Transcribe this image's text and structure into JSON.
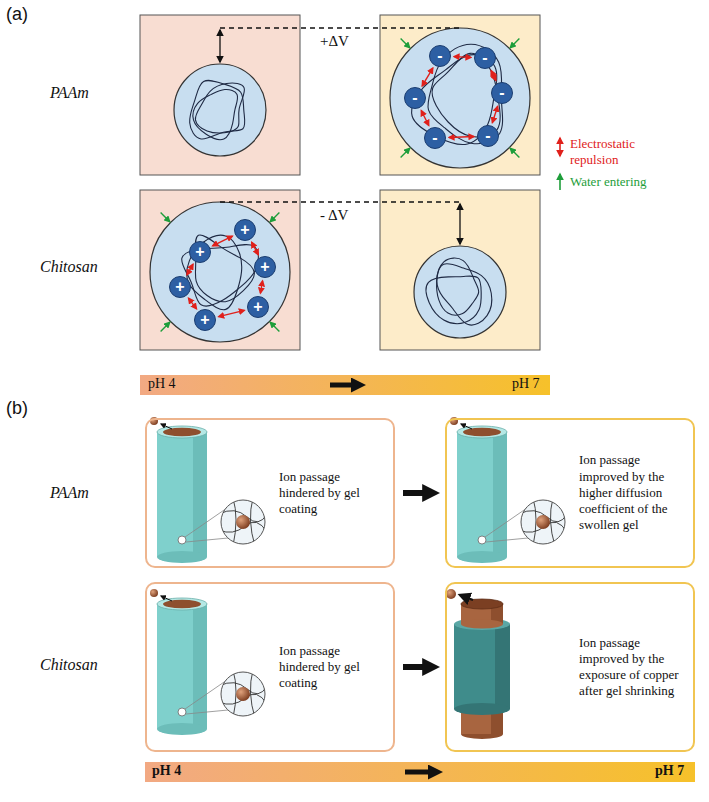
{
  "diagram": {
    "nodes": [
      {
        "text": [
          "-"
        ]
      },
      {
        "text": [
          "-"
        ]
      },
      {
        "text": [
          "-"
        ]
      },
      {
        "text": [
          "-"
        ]
      },
      {
        "text": [
          "-"
        ]
      },
      {
        "text": [
          "-"
        ]
      },
      {
        "text": [
          "+"
        ]
      },
      {
        "text": [
          "+"
        ]
      },
      {
        "text": [
          "+"
        ]
      },
      {
        "text": [
          "+"
        ]
      },
      {
        "text": [
          "+"
        ]
      },
      {
        "text": [
          "+"
        ]
      },
      {
        "text": [
          "Ion passage hindered by gel coating"
        ]
      },
      {
        "text": [
          "Ion passage improved by the higher diffusion coefficient of the swollen gel"
        ]
      },
      {
        "text": [
          "Ion passage hindered by gel coating"
        ]
      },
      {
        "text": [
          "Ion passage improved by the exposure of copper after gel shrinking"
        ]
      }
    ],
    "edges": [
      {
        "from": 12,
        "to": 13,
        "arrow": "to"
      },
      {
        "from": 14,
        "to": 15,
        "arrow": "to"
      }
    ],
    "labels": [
      "(a)",
      "PAAm",
      "Chitosan",
      "+ΔV",
      "- ΔV",
      "pH 4",
      "pH 7",
      "(b)",
      "PAAm",
      "Chitosan",
      "pH 4",
      "pH 7"
    ],
    "legend": [
      {
        "text": "Electrostatic repulsion"
      },
      {
        "text": "Water entering"
      }
    ]
  }
}
